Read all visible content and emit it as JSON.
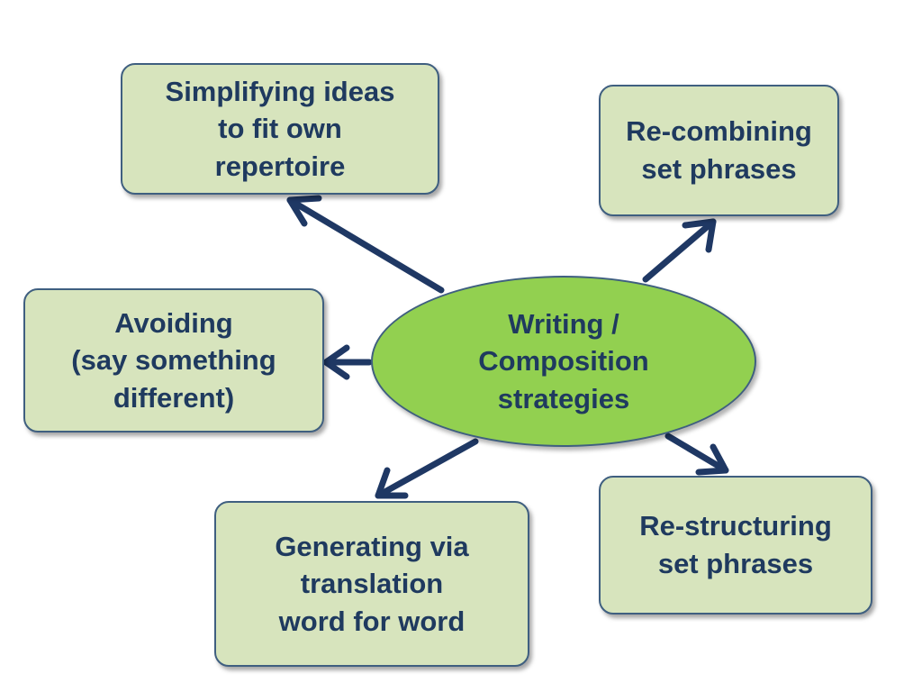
{
  "colors": {
    "box_fill": "#d7e4bd",
    "center_fill": "#92d050",
    "border": "#3f5f80",
    "arrow": "#1f3864",
    "text": "#1f3a5f"
  },
  "center": {
    "label": "Writing /\nComposition\nstrategies"
  },
  "nodes": {
    "simplifying": {
      "label": "Simplifying ideas\nto fit own\nrepertoire"
    },
    "recombining": {
      "label": "Re-combining\nset phrases"
    },
    "avoiding": {
      "label": "Avoiding\n(say something\ndifferent)"
    },
    "generating": {
      "label": "Generating via\ntranslation\nword for word"
    },
    "restructuring": {
      "label": "Re-structuring\nset phrases"
    }
  }
}
